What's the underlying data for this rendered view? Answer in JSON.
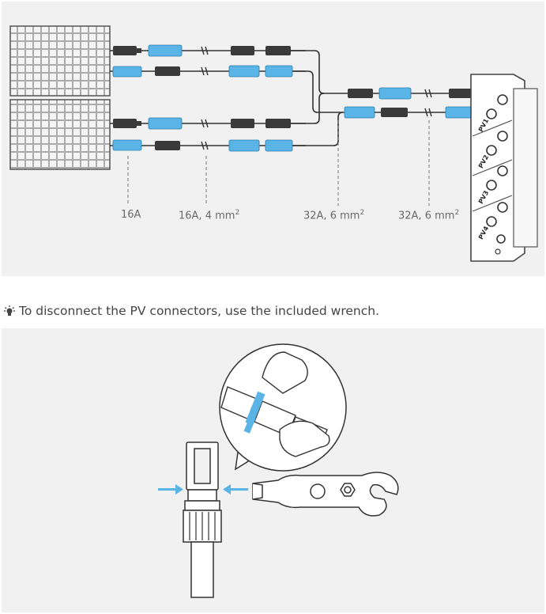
{
  "diagram": {
    "labels": {
      "panel_current": "16A",
      "panel_cable": "16A, 4 mm",
      "combined_cable": "32A, 6 mm",
      "inverter_cable": "32A, 6 mm",
      "superscript": "2"
    },
    "inverter_ports": [
      "PV1",
      "PV2",
      "PV3",
      "PV4"
    ],
    "colors": {
      "blue_connector": "#5ab4e6",
      "black_connector": "#3a3a3a",
      "panel_bg": "#f1f1f1",
      "cable": "#333333"
    }
  },
  "tip": {
    "icon": "lightbulb-icon",
    "text": "To disconnect the PV connectors, use the included wrench."
  }
}
